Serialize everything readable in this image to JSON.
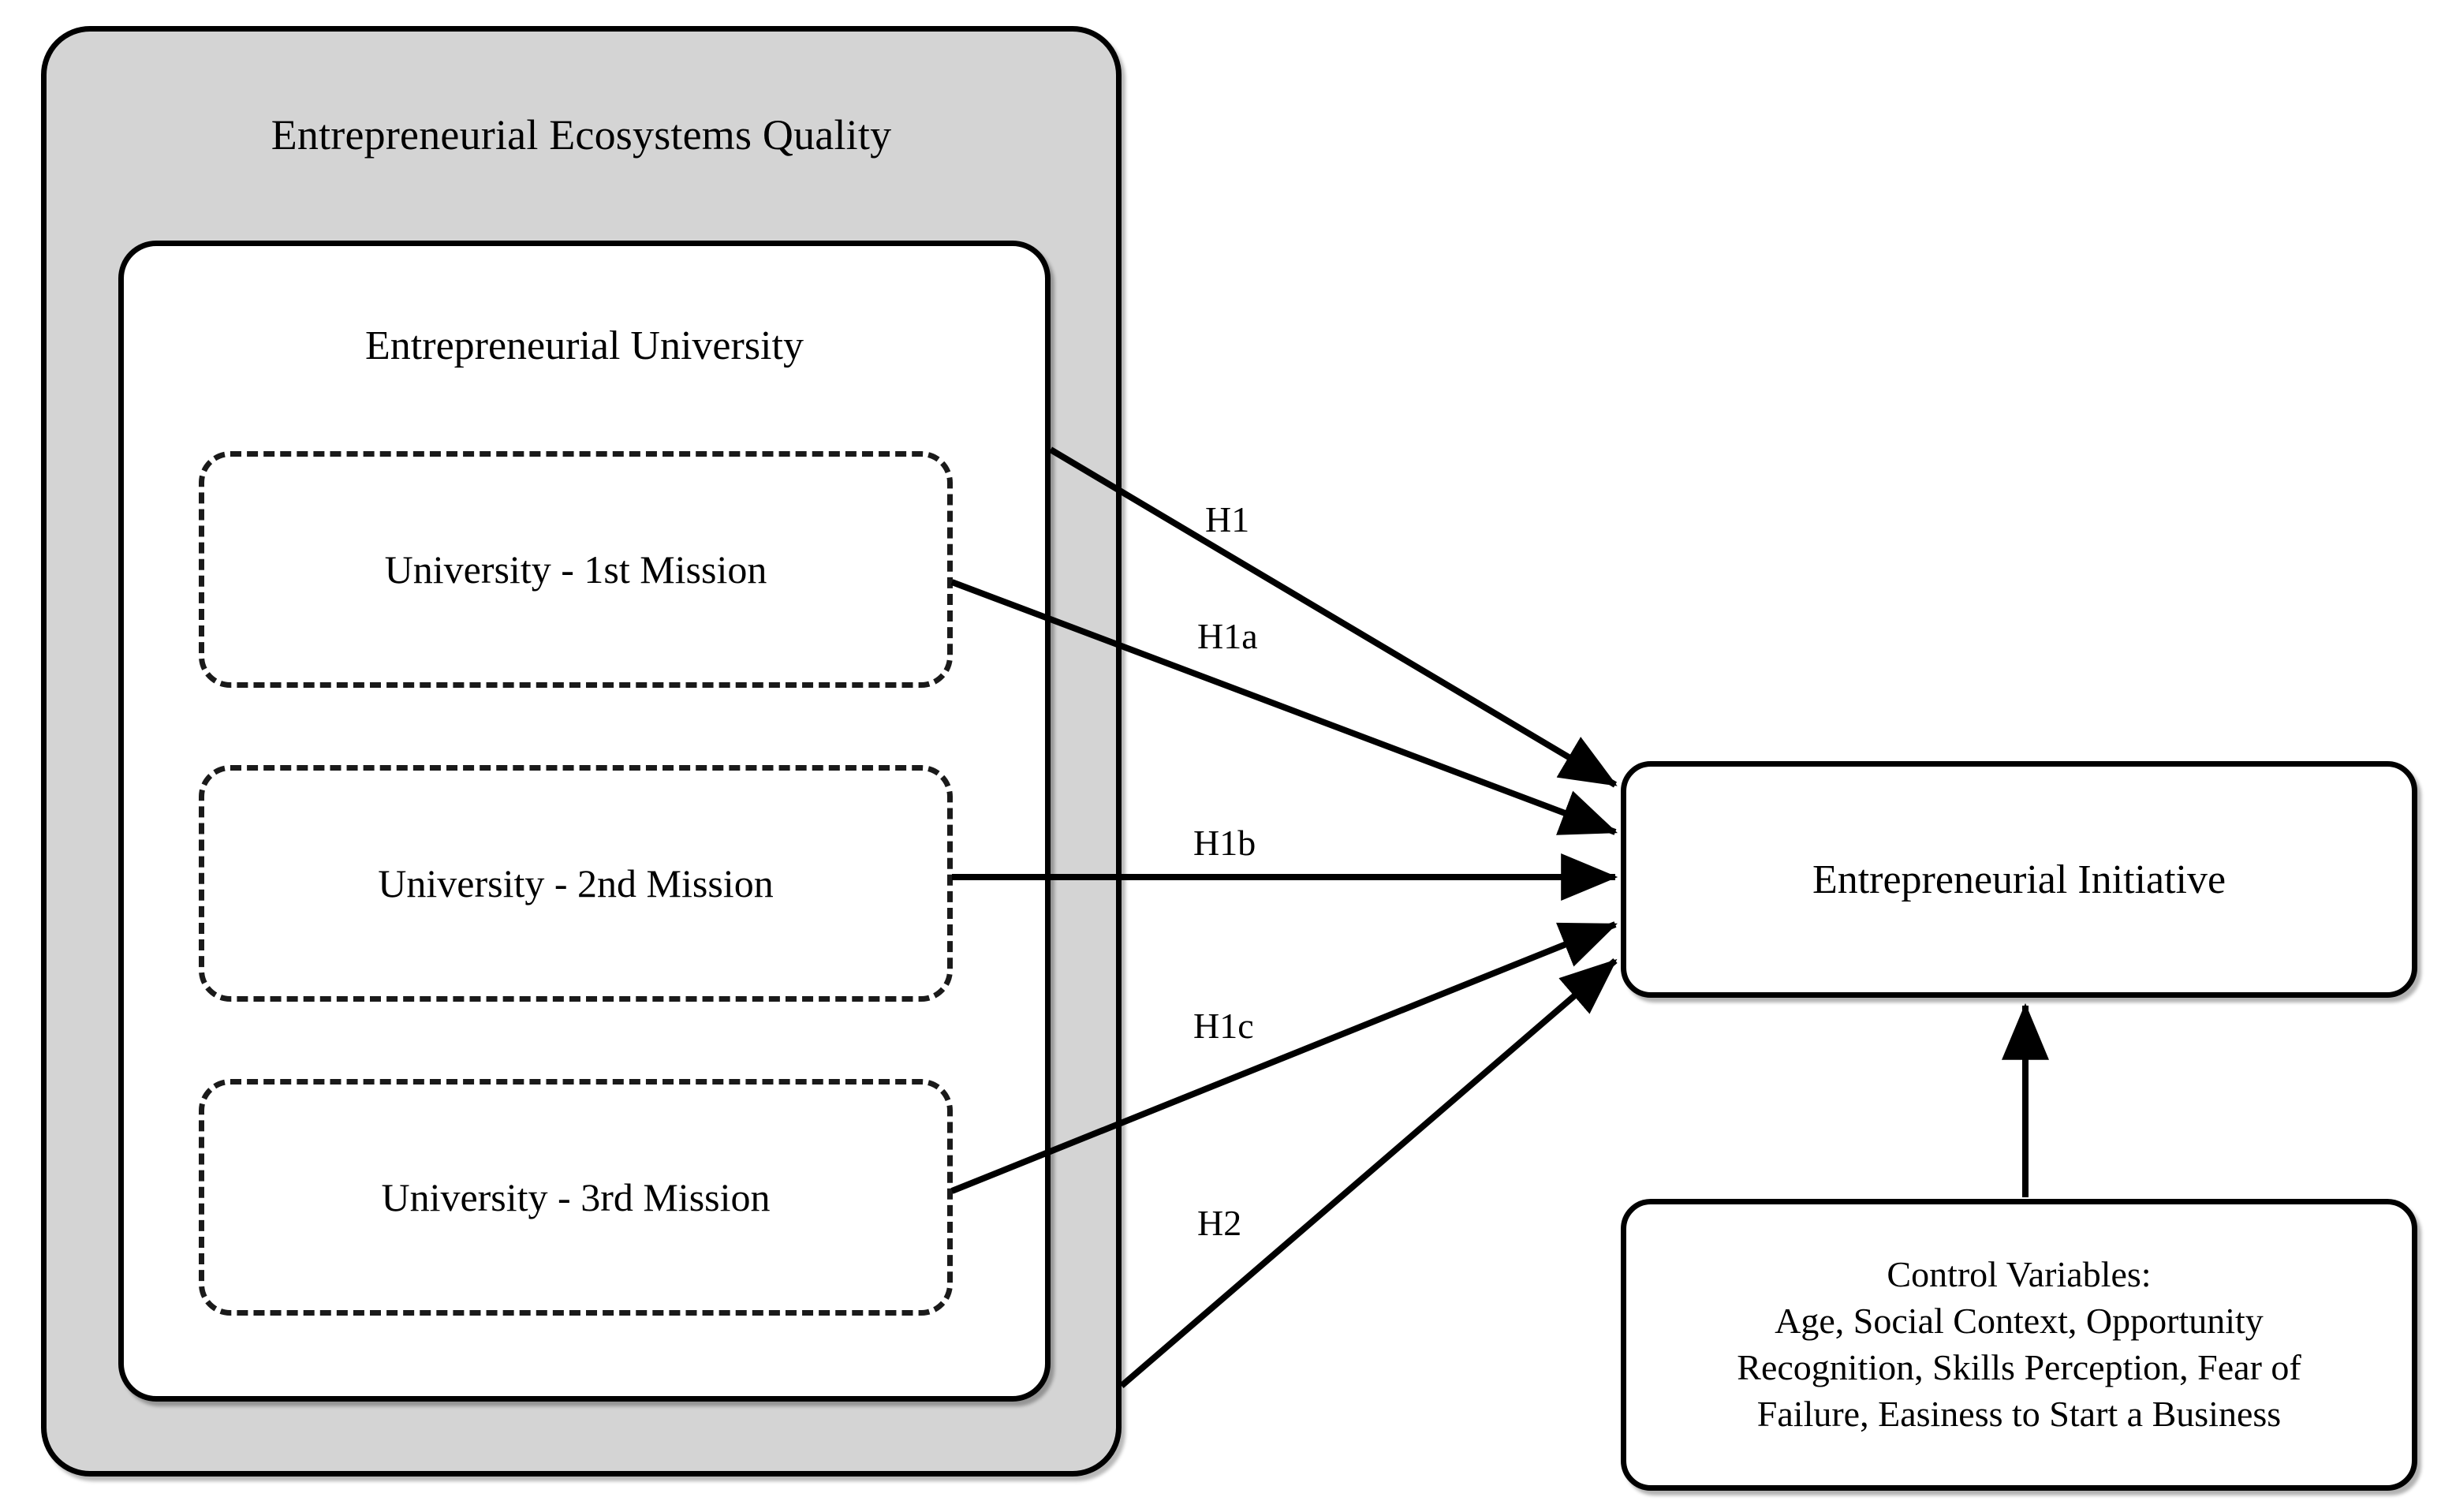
{
  "diagram": {
    "title": "Entrepreneurial Ecosystems Quality",
    "ecosystem": {
      "label": "Entrepreneurial Ecosystems Quality",
      "fill_color": "#d4d4d4",
      "border_color": "#000000"
    },
    "university": {
      "label": "Entrepreneurial University",
      "fill_color": "#ffffff",
      "border_color": "#000000",
      "missions": [
        {
          "id": "mission-1",
          "label": "University - 1st Mission"
        },
        {
          "id": "mission-2",
          "label": "University - 2nd Mission"
        },
        {
          "id": "mission-3",
          "label": "University - 3rd Mission"
        }
      ]
    },
    "outcome": {
      "label": "Entrepreneurial Initiative",
      "fill_color": "#ffffff",
      "border_color": "#000000"
    },
    "controls": {
      "heading": "Control Variables:",
      "line_1": "Age, Social Context, Opportunity",
      "line_2": "Recognition, Skills Perception, Fear of",
      "line_3": "Failure, Easiness to Start a Business",
      "full_text": "Control Variables: Age, Social Context, Opportunity Recognition, Skills Perception, Fear of Failure, Easiness to Start a Business"
    },
    "hypotheses": [
      {
        "id": "H1",
        "label": "H1",
        "from": "Entrepreneurial University",
        "to": "Entrepreneurial Initiative"
      },
      {
        "id": "H1a",
        "label": "H1a",
        "from": "University - 1st Mission",
        "to": "Entrepreneurial Initiative"
      },
      {
        "id": "H1b",
        "label": "H1b",
        "from": "University - 2nd Mission",
        "to": "Entrepreneurial Initiative"
      },
      {
        "id": "H1c",
        "label": "H1c",
        "from": "University - 3rd Mission",
        "to": "Entrepreneurial Initiative"
      },
      {
        "id": "H2",
        "label": "H2",
        "from": "Entrepreneurial Ecosystems Quality",
        "to": "Entrepreneurial Initiative"
      }
    ],
    "control_link": {
      "from": "Control Variables",
      "to": "Entrepreneurial Initiative"
    }
  }
}
